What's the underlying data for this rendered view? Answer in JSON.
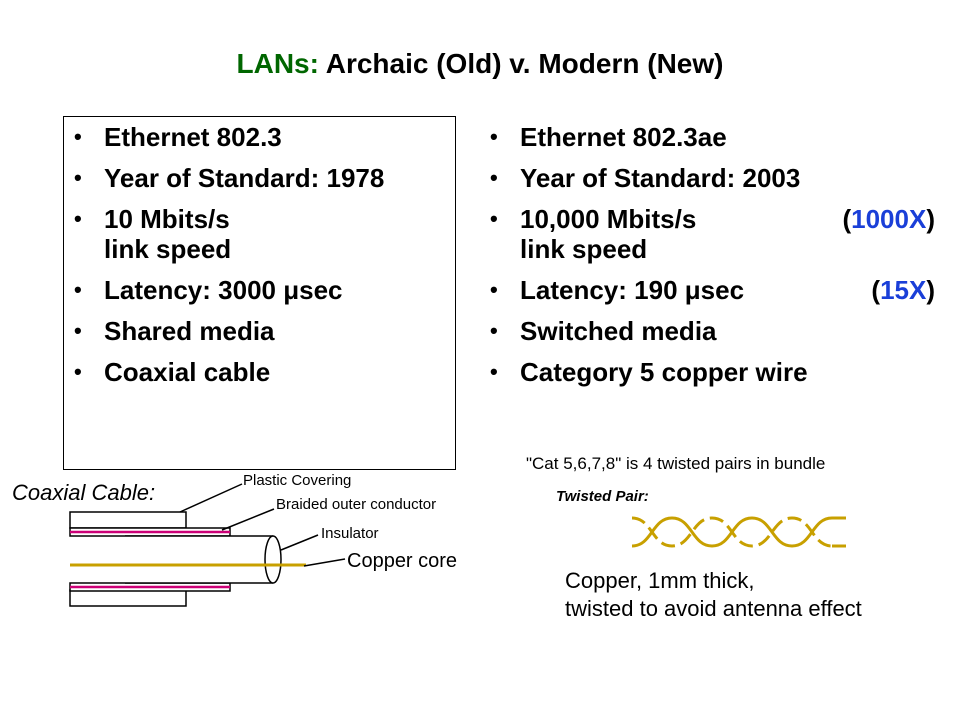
{
  "title": {
    "highlight": "LANs:",
    "rest": "Archaic (Old) v. Modern (New)"
  },
  "left_column": {
    "bullet": "•",
    "items": [
      {
        "text": "Ethernet 802.3"
      },
      {
        "text": "Year of Standard: 1978"
      },
      {
        "text": "10 Mbits/s",
        "line2": "link speed"
      },
      {
        "text": "Latency: 3000 μsec"
      },
      {
        "text": "Shared media"
      },
      {
        "text": "Coaxial cable"
      }
    ]
  },
  "right_column": {
    "items": [
      {
        "text": "Ethernet 802.3ae"
      },
      {
        "text": "Year of Standard: 2003"
      },
      {
        "text": "10,000 Mbits/s",
        "note_open": "(",
        "note_value": "1000X",
        "note_close": ")",
        "line2": "link speed"
      },
      {
        "text": "Latency: 190 μsec",
        "note_open": "(",
        "note_value": "15X",
        "note_close": ")"
      },
      {
        "text": "Switched media"
      },
      {
        "text": "Category 5 copper wire"
      }
    ]
  },
  "cat_note": "\"Cat 5,6,7,8\" is 4 twisted pairs in bundle",
  "coax": {
    "label": "Coaxial Cable:",
    "plastic": "Plastic Covering",
    "braided": "Braided outer conductor",
    "insulator": "Insulator",
    "copper": "Copper core"
  },
  "twisted_pair": {
    "label": "Twisted Pair:",
    "desc_line1": "Copper, 1mm thick,",
    "desc_line2": "twisted to avoid antenna effect"
  },
  "colors": {
    "title_accent": "#006600",
    "ratio_blue": "#1a3fd8",
    "copper": "#c8a000",
    "braid": "#cc0077"
  }
}
